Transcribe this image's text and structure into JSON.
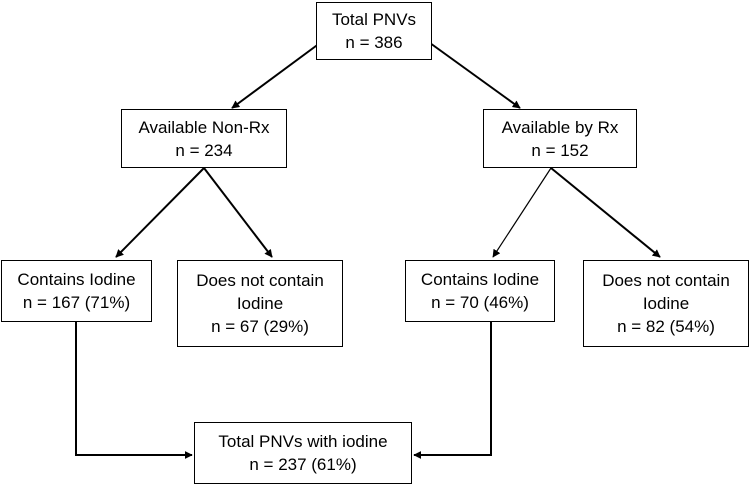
{
  "nodes": {
    "total": {
      "line1": "Total PNVs",
      "line2": "n = 386"
    },
    "non_rx": {
      "line1": "Available Non-Rx",
      "line2": "n = 234"
    },
    "rx": {
      "line1": "Available by Rx",
      "line2": "n = 152"
    },
    "nonrx_iodine": {
      "line1": "Contains Iodine",
      "line2": "n = 167 (71%)"
    },
    "nonrx_no_iodine": {
      "line1": "Does not contain",
      "line2": "Iodine",
      "line3": "n = 67 (29%)"
    },
    "rx_iodine": {
      "line1": "Contains Iodine",
      "line2": "n = 70 (46%)"
    },
    "rx_no_iodine": {
      "line1": "Does not contain",
      "line2": "Iodine",
      "line3": "n = 82 (54%)"
    },
    "total_iodine": {
      "line1": "Total PNVs with iodine",
      "line2": "n = 237 (61%)"
    }
  },
  "colors": {
    "stroke": "#000000",
    "fill": "#ffffff"
  }
}
